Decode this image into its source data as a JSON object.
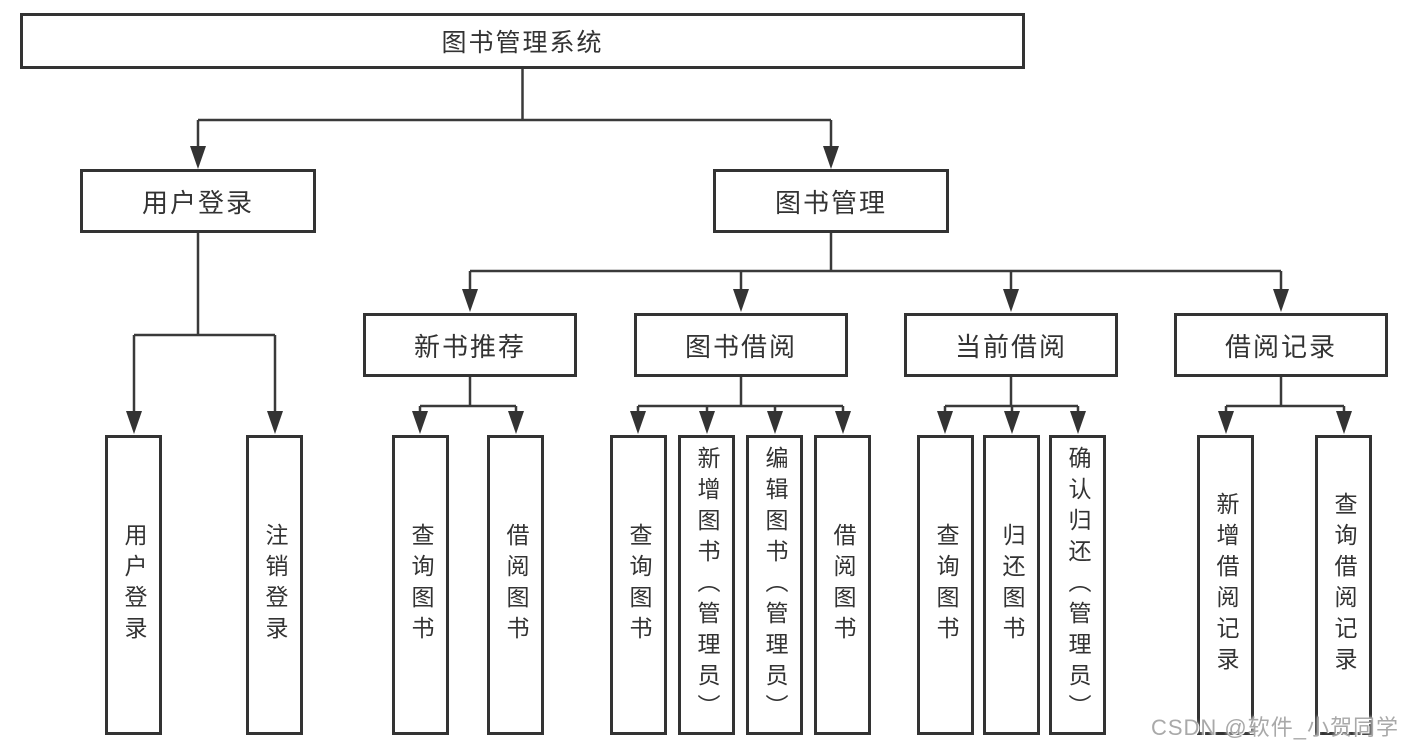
{
  "diagram": {
    "title": "图书管理系统",
    "root": {
      "label": "图书管理系统"
    },
    "level2": [
      {
        "id": "user-login",
        "label": "用户登录"
      },
      {
        "id": "book-management",
        "label": "图书管理"
      }
    ],
    "level3": [
      {
        "id": "new-book-recommend",
        "label": "新书推荐"
      },
      {
        "id": "book-borrow",
        "label": "图书借阅"
      },
      {
        "id": "current-borrow",
        "label": "当前借阅"
      },
      {
        "id": "borrow-records",
        "label": "借阅记录"
      }
    ],
    "leaves": {
      "user_login": [
        {
          "label": "用户登录"
        },
        {
          "label": "注销登录"
        }
      ],
      "new_book_recommend": [
        {
          "label": "查询图书"
        },
        {
          "label": "借阅图书"
        }
      ],
      "book_borrow": [
        {
          "label": "查询图书"
        },
        {
          "label": "新增图书（管理员）"
        },
        {
          "label": "编辑图书（管理员）"
        },
        {
          "label": "借阅图书"
        }
      ],
      "current_borrow": [
        {
          "label": "查询图书"
        },
        {
          "label": "归还图书"
        },
        {
          "label": "确认归还（管理员）"
        }
      ],
      "borrow_records": [
        {
          "label": "新增借阅记录"
        },
        {
          "label": "查询借阅记录"
        }
      ]
    }
  },
  "watermark": {
    "text": "CSDN @软件_小贺同学"
  },
  "colors": {
    "line": "#3a3a3a",
    "arrow": "#333333",
    "border": "#333333",
    "text": "#333333",
    "watermark": "#a2a2a2",
    "background": "#ffffff"
  }
}
